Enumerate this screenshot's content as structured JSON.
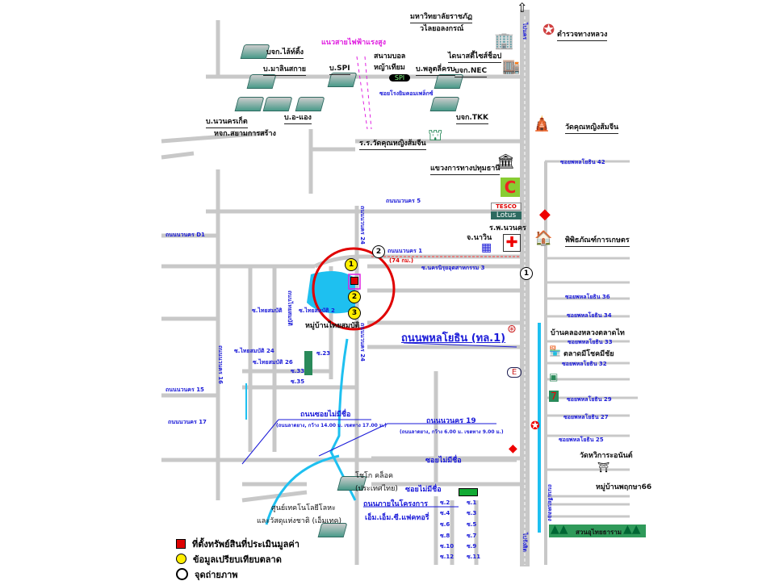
{
  "title_labels": {
    "power_line": "แนวสายไฟฟ้าแรงสูง",
    "university_1": "มหาวิทยาลัยราชภัฏ",
    "university_2": "วไลยอลงกรณ์",
    "police": "ตำรวจทางหลวง",
    "north_road": "ไปนคร",
    "south_road": "ไปรังสิต"
  },
  "factories": [
    "บจก.ไล้ท์ติ้ง",
    "บ.มาลินสกาย",
    "บ.SPI",
    "บ.นวนครเก็ต",
    "บ.อ-แอง",
    "หจก.สยามการสร้าง",
    "บ.พลูตลี่ครบ",
    "บจก.NEC",
    "บจก.TKK",
    "โชโก คล็อค",
    "(ประเทศไทย)"
  ],
  "places": {
    "stadium_1": "สนามบอล",
    "stadium_2": "หญ้าเทียม",
    "soi_stadium": "ซอยโรงยิมคอมเพล็กซ์",
    "shop": "ไดนาสตี้ไซส์ช็อป",
    "school": "ร.ร.วัดคุณหญิงส้มจีน",
    "temple": "วัดคุณหญิงส้มจีน",
    "highway_office": "แขวงการทางปทุมธานี",
    "tesco_1": "TESCO",
    "tesco_2": "Lotus",
    "hospital": "ร.พ.นวนคร",
    "bank": "จ.นาวิน",
    "museum": "พิพิธภัณฑ์การเกษตร",
    "village": "หมู่บ้านไทยสมบัติ",
    "market_1": "บ้านคลองหลวงตลาดไท",
    "market_2": "ตลาดมีโชคมีชัย",
    "wat": "วัดหวิการะอนันต์",
    "village66": "หมู่บ้านพฤกษา66",
    "park": "สวนอุไทยธาราม",
    "tech_center_1": "ศูนย์เทคโนโลยีโลหะ",
    "tech_center_2": "และวัสดุแห่งชาติ (เอ็มเทค)"
  },
  "roads": {
    "nawanakorn_5": "ถนนนวนคร 5",
    "nawanakorn_d1": "ถนนนวนคร D1",
    "nawanakorn_1": "ถนนนวนคร 1",
    "distance": "(74 กม.)",
    "soi_3": "ซ.นครนิรุยอุตสาหกรรม 3",
    "nawanakorn_24": "ถนนนวนคร 24",
    "soi_a": "ซ.ไทยสมบัติ",
    "soi_b": "ซ.ไทยสมบัติ 2",
    "soi_24": "ซ.ไทยสมบัติ 24",
    "soi_26": "ซ.ไทยสมบัติ 26",
    "soi_23": "ซ.23",
    "soi_33": "ซ.33",
    "soi_35": "ซ.35",
    "thaisombat": "ถนนไทยสมบัติ",
    "nawanakorn_16": "ถนนนวนคร 16",
    "nawanakorn_15": "ถนนนวนคร 15",
    "nawanakorn_17": "ถนนนวนคร 17",
    "phahonyothin": "ถนนพหลโยธิน (ทล.1)",
    "soi_noname": "ถนนซอยไม่มีชื่อ",
    "soi_noname_spec": "(ถนนลาดยาง, กว้าง 14.00 ม. เขตทาง 17.00 ม.)",
    "nawanakorn_19": "ถนนนวนคร 19",
    "nawanakorn_19_spec": "(ถนนลาดยาง, กว้าง 6.00 ม. เขตทาง 9.00 ม.)",
    "noname_1": "ซอยไม่มีชื่อ",
    "noname_2": "ซอยไม่มีชื่อ",
    "project_road_1": "ถนนภายในโครงการ",
    "project_road_2": "เอ็ม.เอ็ม.ซี.แฟคทอรี่",
    "phaholyothin_42": "ซอยพหลโยธิน 42",
    "phaholyothin_36": "ซอยพหลโยธิน 36",
    "phaholyothin_34": "ซอยพหลโยธิน 34",
    "phaholyothin_33": "ซอยพหลโยธิน 33",
    "phaholyothin_32": "ซอยพหลโยธิน 32",
    "phaholyothin_29": "ซอยพหลโยธิน 29",
    "phaholyothin_27": "ซอยพหลโยธิน 27",
    "phaholyothin_25": "ซอยพหลโยธิน 25",
    "frontage": "ถนนเลียบคลอง",
    "project_sois": [
      "ซ.2",
      "ซ.1",
      "ซ.4",
      "ซ.3",
      "ซ.6",
      "ซ.5",
      "ซ.8",
      "ซ.7",
      "ซ.10",
      "ซ.9",
      "ซ.12",
      "ซ.11"
    ]
  },
  "markers": [
    "1",
    "2",
    "3"
  ],
  "photo_points": [
    "1",
    "2"
  ],
  "legend": {
    "property": "ที่ตั้งทรัพย์สินที่ประเมินมูลค่า",
    "comparable": "ข้อมูลเปรียบเทียบตลาด",
    "photo": "จุดถ่ายภาพ"
  },
  "colors": {
    "road": "#c8c8c8",
    "water": "#1ec0f0",
    "label_blue": "#1a1ad8",
    "circle": "#e00000",
    "marker": "#ffee00"
  }
}
